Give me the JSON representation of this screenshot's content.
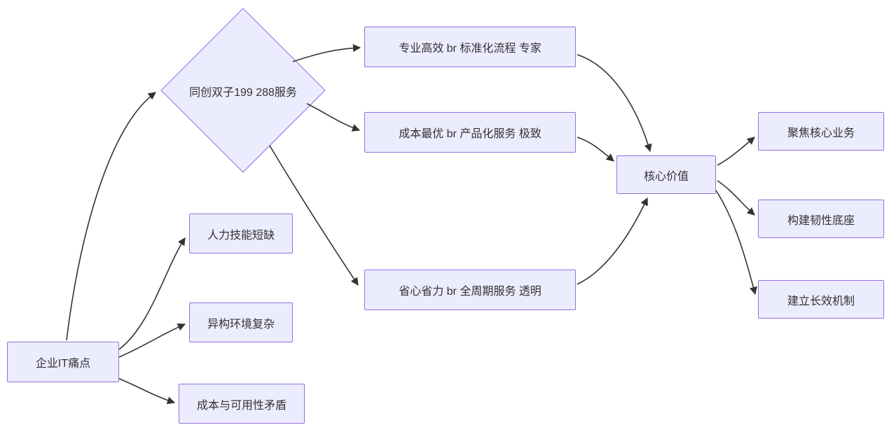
{
  "diagram": {
    "type": "flowchart",
    "direction": "left-to-right",
    "colors": {
      "node_fill": "#ECECFF",
      "node_border": "#9370DB",
      "edge_stroke": "#333333",
      "text": "#333333",
      "background": "#ffffff"
    },
    "nodes": {
      "pain": {
        "label": "企业IT痛点",
        "shape": "rect"
      },
      "service": {
        "label": "同创双子199 288服务",
        "shape": "diamond"
      },
      "skill": {
        "label": "人力技能短缺",
        "shape": "rect"
      },
      "hetero": {
        "label": "异构环境复杂",
        "shape": "rect"
      },
      "cost_conflict": {
        "label": "成本与可用性矛盾",
        "shape": "rect"
      },
      "professional": {
        "label": "专业高效 br 标准化流程 专家",
        "shape": "rect"
      },
      "cost_optimal": {
        "label": "成本最优 br 产品化服务 极致",
        "shape": "rect"
      },
      "worry_free": {
        "label": "省心省力 br 全周期服务 透明",
        "shape": "rect"
      },
      "core_value": {
        "label": "核心价值",
        "shape": "rect"
      },
      "focus": {
        "label": "聚焦核心业务",
        "shape": "rect"
      },
      "resilient": {
        "label": "构建韧性底座",
        "shape": "rect"
      },
      "long_term": {
        "label": "建立长效机制",
        "shape": "rect"
      }
    },
    "edges": [
      {
        "from": "pain",
        "to": "service"
      },
      {
        "from": "pain",
        "to": "skill"
      },
      {
        "from": "pain",
        "to": "hetero"
      },
      {
        "from": "pain",
        "to": "cost_conflict"
      },
      {
        "from": "service",
        "to": "professional"
      },
      {
        "from": "service",
        "to": "cost_optimal"
      },
      {
        "from": "service",
        "to": "worry_free"
      },
      {
        "from": "professional",
        "to": "core_value"
      },
      {
        "from": "cost_optimal",
        "to": "core_value"
      },
      {
        "from": "worry_free",
        "to": "core_value"
      },
      {
        "from": "core_value",
        "to": "focus"
      },
      {
        "from": "core_value",
        "to": "resilient"
      },
      {
        "from": "core_value",
        "to": "long_term"
      }
    ]
  }
}
